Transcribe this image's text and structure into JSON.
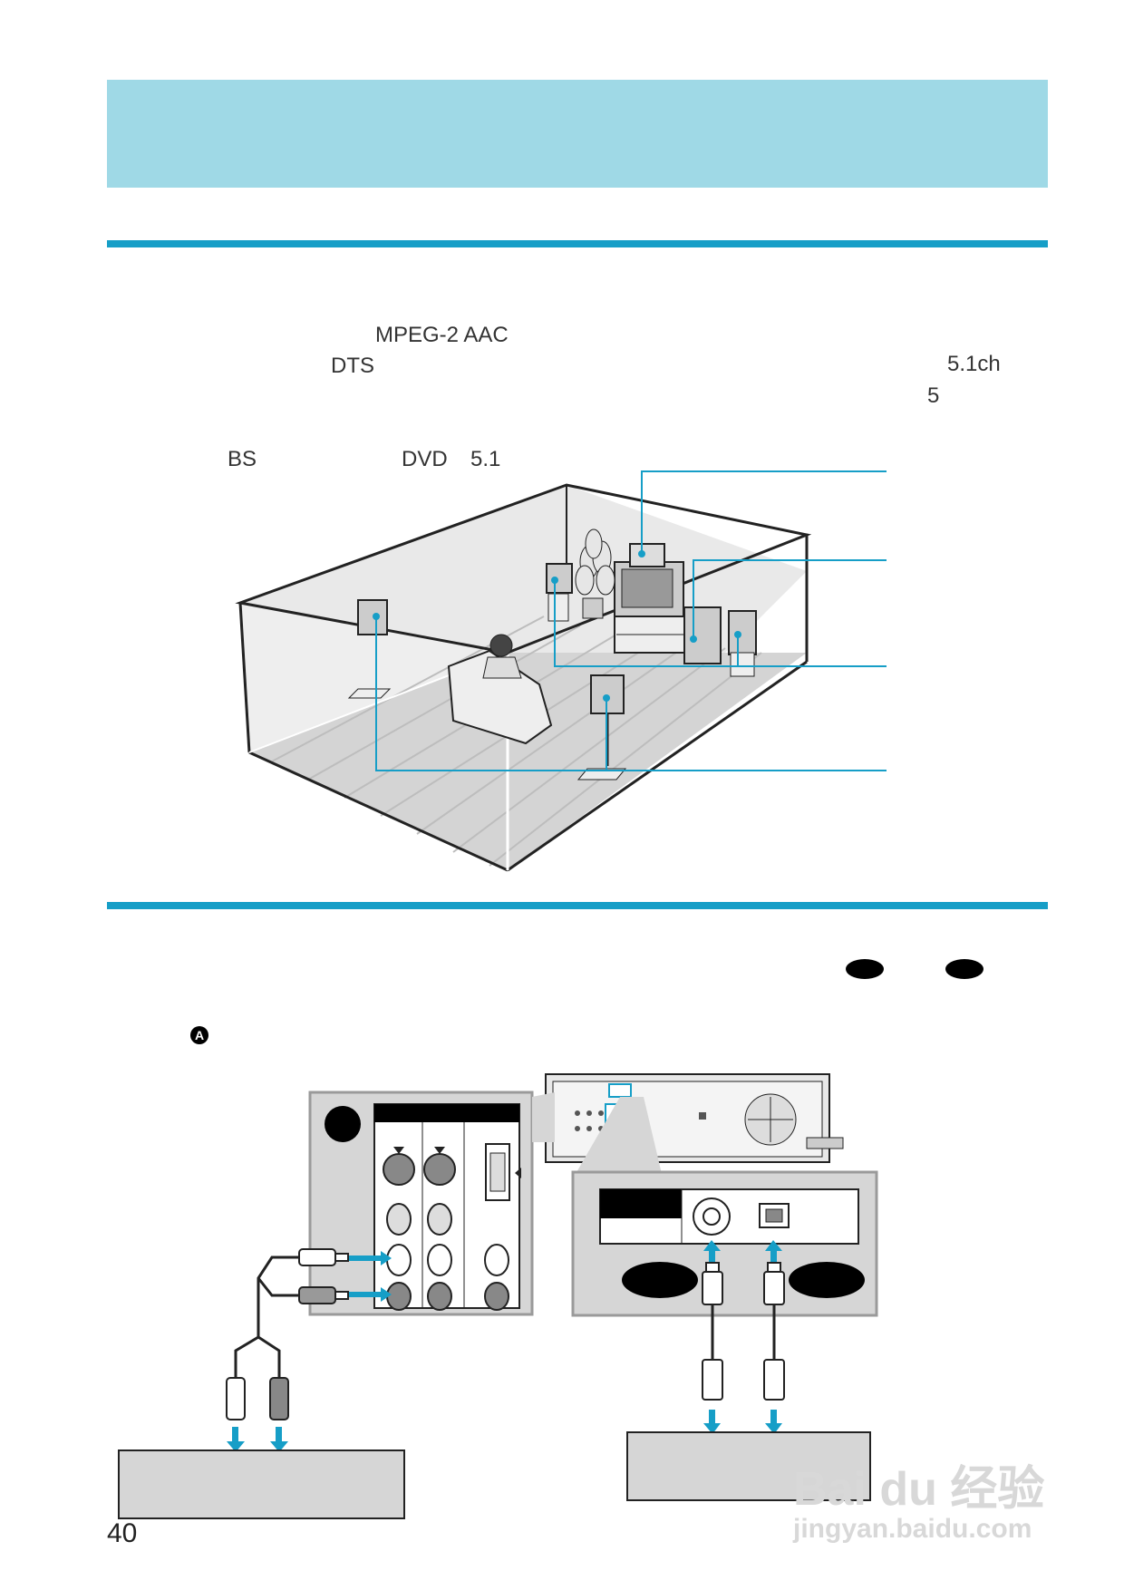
{
  "page": {
    "number": "40"
  },
  "intro": {
    "format_aac": "MPEG-2 AAC",
    "format_dts": "DTS",
    "channels": "5.1ch",
    "speaker_count": "5",
    "source_bs": "BS",
    "source_dvd": "DVD",
    "dvd_channels": "5.1"
  },
  "connection": {
    "marker": "A"
  },
  "watermark": {
    "brand": "Bai du 经验",
    "url": "jingyan.baidu.com"
  }
}
